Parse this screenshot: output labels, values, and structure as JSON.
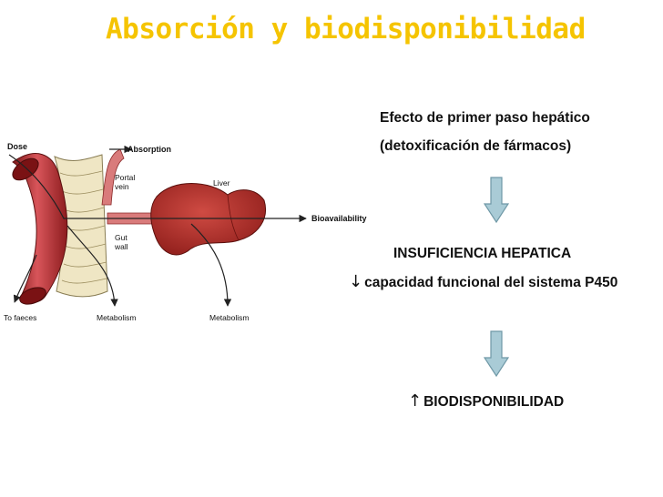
{
  "slide": {
    "title": "Absorción y biodisponibilidad"
  },
  "figure": {
    "labels": {
      "dose": "Dose",
      "absorption": "Absorption",
      "portal_vein": [
        "Portal",
        "vein"
      ],
      "liver": "Liver",
      "bioavailability": "Bioavailability",
      "gut_wall": [
        "Gut",
        "wall"
      ],
      "to_faeces": "To faeces",
      "metabolism_gut": "Metabolism",
      "metabolism_liver": "Metabolism"
    },
    "colors": {
      "gut_tube": "#b5282b",
      "gut_tube_light": "#d96a6a",
      "gut_wall": "#efe6c4",
      "liver": "#a92420",
      "liver_light": "#c9443d",
      "portal_vein": "#d97b7b",
      "arrow": "#222222"
    }
  },
  "text": {
    "first_pass_line1": "Efecto de primer paso hepático",
    "first_pass_line2": "(detoxificación de fármacos)",
    "insufficiency": "INSUFICIENCIA HEPATICA",
    "decrease_symbol": "↓",
    "capacity": "capacidad funcional del sistema P450",
    "increase_symbol": "↑",
    "bioavailability": "BIODISPONIBILIDAD"
  },
  "arrows": {
    "color_fill": "#a9cbd6",
    "color_stroke": "#6f98a6",
    "icon": "down-arrow-icon"
  }
}
